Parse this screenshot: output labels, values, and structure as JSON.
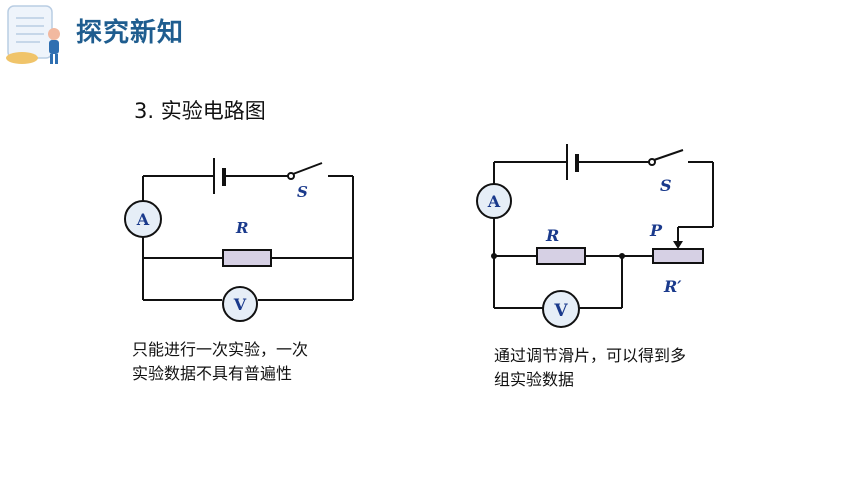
{
  "header": {
    "title": "探究新知"
  },
  "section": {
    "title": "3. 实验电路图"
  },
  "circuit1": {
    "switch_label": "S",
    "resistor_label": "R",
    "ammeter_label": "A",
    "voltmeter_label": "V",
    "note_line1": "只能进行一次实验，一次",
    "note_line2": "实验数据不具有普遍性"
  },
  "circuit2": {
    "switch_label": "S",
    "resistor_label": "R",
    "slider_label": "P",
    "rheostat_label": "R′",
    "ammeter_label": "A",
    "voltmeter_label": "V",
    "note_line1": "通过调节滑片，可以得到多",
    "note_line2": "组实验数据"
  },
  "colors": {
    "title_blue": "#1f5d8f",
    "meter_fill": "#e6eef7",
    "resistor_fill": "#d6d0e4",
    "label_blue": "#1a3a8c"
  }
}
